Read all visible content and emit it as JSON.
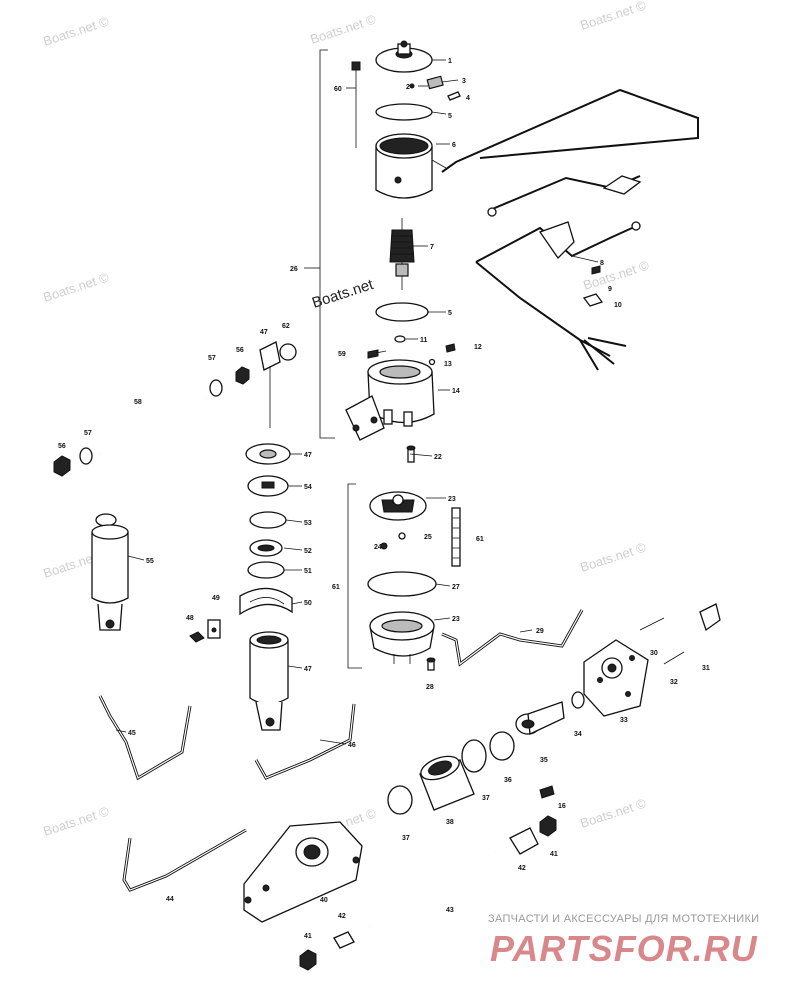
{
  "watermarks": [
    "Boats.net ©",
    "Boats.net ©",
    "Boats.net ©",
    "Boats.net ©",
    "Boats.net",
    "Boats.net ©",
    "Boats.net ©",
    "Boats.net ©",
    "Boats.net ©",
    "Boats.net ©",
    "Boats.net ©"
  ],
  "footer": {
    "text": "ЗАПЧАСТИ И АКСЕССУАРЫ ДЛЯ МОТОТЕХНИКИ",
    "brand": "PARTSFOR.RU"
  },
  "callouts": [
    "1",
    "2",
    "3",
    "4",
    "5",
    "6",
    "60",
    "7",
    "26",
    "8",
    "9",
    "10",
    "5",
    "11",
    "12",
    "59",
    "13",
    "14",
    "62",
    "47",
    "56",
    "57",
    "58",
    "56",
    "57",
    "47",
    "54",
    "53",
    "52",
    "51",
    "50",
    "55",
    "49",
    "48",
    "47",
    "22",
    "23",
    "61",
    "24",
    "25",
    "27",
    "23",
    "61",
    "28",
    "29",
    "30",
    "31",
    "32",
    "33",
    "34",
    "35",
    "45",
    "46",
    "36",
    "37",
    "16",
    "38",
    "37",
    "41",
    "42",
    "44",
    "40",
    "43",
    "42",
    "41"
  ]
}
